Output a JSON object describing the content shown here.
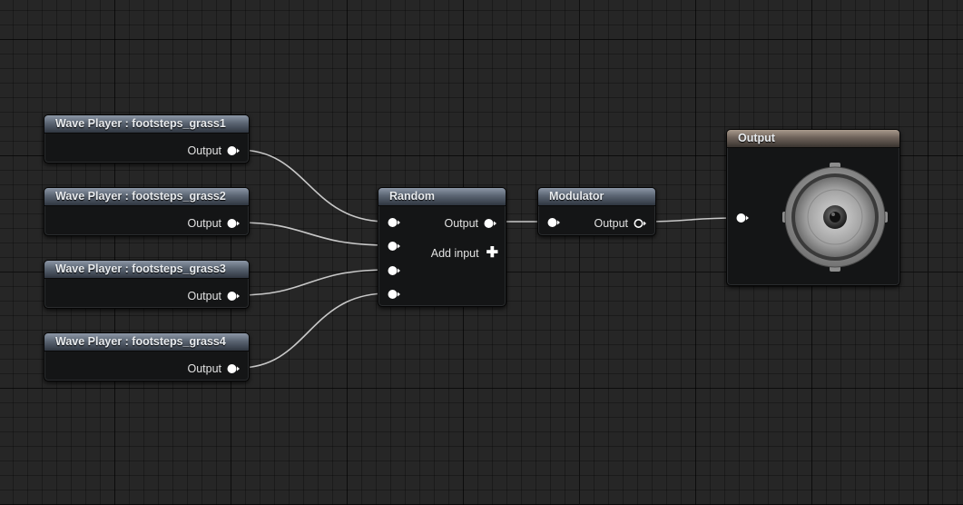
{
  "graph": {
    "wave_players": [
      {
        "title": "Wave Player : footsteps_grass1",
        "output_label": "Output"
      },
      {
        "title": "Wave Player : footsteps_grass2",
        "output_label": "Output"
      },
      {
        "title": "Wave Player : footsteps_grass3",
        "output_label": "Output"
      },
      {
        "title": "Wave Player : footsteps_grass4",
        "output_label": "Output"
      }
    ],
    "random": {
      "title": "Random",
      "output_label": "Output",
      "add_input_label": "Add input",
      "add_input_icon": "plus-icon"
    },
    "modulator": {
      "title": "Modulator",
      "output_label": "Output"
    },
    "output": {
      "title": "Output",
      "icon": "speaker-icon"
    }
  },
  "colors": {
    "wire": "#c8c8c8",
    "pin": "#ffffff",
    "node_header": "#5b6573",
    "output_header": "#6e625a",
    "canvas": "#262626"
  }
}
